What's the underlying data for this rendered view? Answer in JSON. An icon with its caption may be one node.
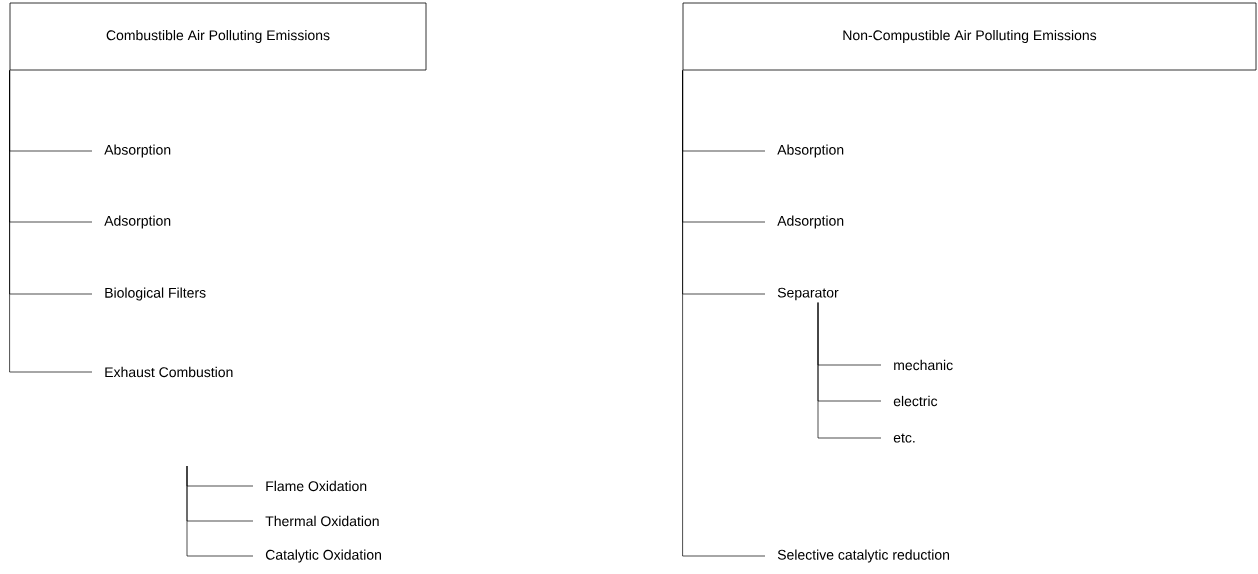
{
  "diagram": {
    "nodes": [
      {
        "text": [
          "Combustible Air Polluting Emissions"
        ]
      },
      {
        "text": [
          "Absorption"
        ]
      },
      {
        "text": [
          "Adsorption"
        ]
      },
      {
        "text": [
          "Biological Filters"
        ]
      },
      {
        "text": [
          "Exhaust Combustion"
        ]
      },
      {
        "text": [
          "Flame Oxidation"
        ]
      },
      {
        "text": [
          "Thermal Oxidation"
        ]
      },
      {
        "text": [
          "Catalytic Oxidation"
        ]
      },
      {
        "text": [
          "Non-Compustible Air Polluting Emissions"
        ]
      },
      {
        "text": [
          "Absorption"
        ]
      },
      {
        "text": [
          "Adsorption"
        ]
      },
      {
        "text": [
          "Separator"
        ]
      },
      {
        "text": [
          "mechanic"
        ]
      },
      {
        "text": [
          "electric"
        ]
      },
      {
        "text": [
          "etc."
        ]
      },
      {
        "text": [
          "Selective catalytic reduction"
        ]
      }
    ],
    "edges": [
      {
        "from": 0,
        "to": 1,
        "arrow": "none"
      },
      {
        "from": 0,
        "to": 2,
        "arrow": "none"
      },
      {
        "from": 0,
        "to": 3,
        "arrow": "none"
      },
      {
        "from": 0,
        "to": 4,
        "arrow": "none"
      },
      {
        "from": null,
        "to": 5,
        "arrow": "none"
      },
      {
        "from": null,
        "to": 6,
        "arrow": "none"
      },
      {
        "from": null,
        "to": 7,
        "arrow": "none"
      },
      {
        "from": 8,
        "to": 9,
        "arrow": "none"
      },
      {
        "from": 8,
        "to": 10,
        "arrow": "none"
      },
      {
        "from": 8,
        "to": 11,
        "arrow": "none"
      },
      {
        "from": 8,
        "to": 15,
        "arrow": "none"
      },
      {
        "from": 11,
        "to": 12,
        "arrow": "none"
      },
      {
        "from": 11,
        "to": 13,
        "arrow": "none"
      },
      {
        "from": 11,
        "to": 14,
        "arrow": "none"
      }
    ]
  }
}
